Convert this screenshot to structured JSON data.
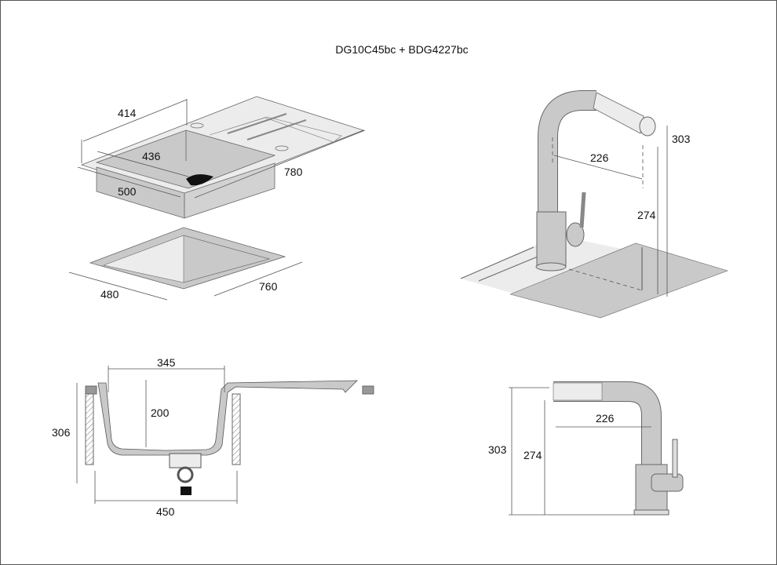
{
  "title": "DG10C45bc + BDG4227bc",
  "sink_iso": {
    "depth_outer": "414",
    "bowl_width": "436",
    "width": "500",
    "length": "780"
  },
  "cutout": {
    "width": "480",
    "length": "760"
  },
  "tap_iso": {
    "reach": "226",
    "spout_height": "274",
    "total_height": "303"
  },
  "section": {
    "bowl_inner": "345",
    "bowl_depth": "200",
    "height": "306",
    "cabinet": "450"
  },
  "tap_side": {
    "reach": "226",
    "spout_height": "274",
    "total_height": "303"
  },
  "colors": {
    "fill": "#c9c9c9",
    "light": "#ececec",
    "line": "#444444"
  }
}
